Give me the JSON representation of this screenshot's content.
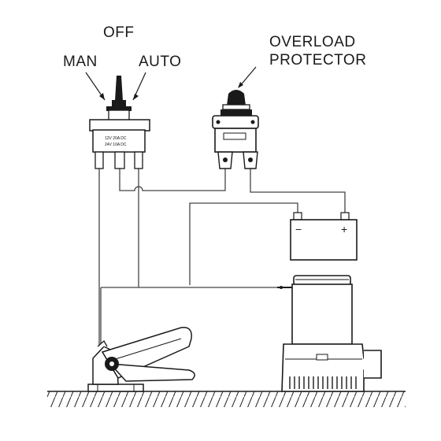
{
  "labels": {
    "off": "OFF",
    "man": "MAN",
    "auto": "AUTO",
    "overload_line1": "OVERLOAD",
    "overload_line2": "PROTECTOR"
  },
  "switch_rating": {
    "line1": "12V  20A  DC",
    "line2": "24V  10A  DC"
  },
  "battery": {
    "minus": "−",
    "plus": "+"
  },
  "colors": {
    "line": "#1a1a1a",
    "wire": "#444444",
    "background": "#ffffff"
  }
}
